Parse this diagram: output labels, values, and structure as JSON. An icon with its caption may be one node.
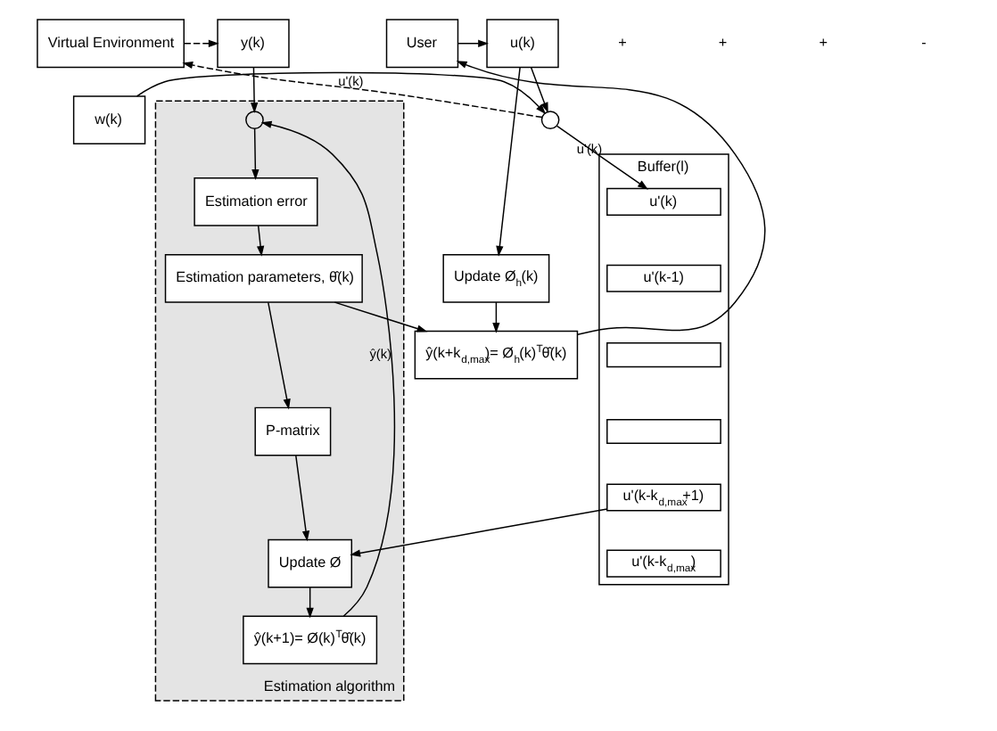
{
  "diagram": {
    "nodes": [
      {
        "text": [
          "Virtual Environment"
        ]
      },
      {
        "text": [
          "y(k)"
        ]
      },
      {
        "text": [
          "Estimation algorithm"
        ]
      },
      {
        "text": [
          "Estimation error"
        ],
        "in": 2
      },
      {
        "text": [],
        "shape": "circle",
        "in": 2
      },
      {
        "text": [
          "Estimation parameters, θ̂(k)"
        ],
        "in": 2
      },
      {
        "text": [
          "P-matrix"
        ],
        "in": 2
      },
      {
        "text": [
          "Update Ø"
        ],
        "in": 2
      },
      {
        "text": [
          "ŷ(k+1)= Ø(k)$^{T}$θ̂(k)"
        ],
        "in": 2
      },
      {
        "text": [
          "w(k)"
        ]
      },
      {
        "text": [],
        "shape": "circle"
      },
      {
        "text": [
          "Buffer(l)"
        ]
      },
      {
        "text": [
          "u'(k)"
        ],
        "in": 11
      },
      {
        "text": [
          "u'(k-1)"
        ],
        "in": 11
      },
      {
        "text": [],
        "shape": "box",
        "in": 11
      },
      {
        "text": [],
        "shape": "box",
        "in": 11
      },
      {
        "text": [
          "u'(k-k$_{d,max}$+1)"
        ],
        "in": 11
      },
      {
        "text": [
          "u'(k-k$_{d,max}$)"
        ],
        "in": 11
      },
      {
        "text": [
          "User"
        ]
      },
      {
        "text": [
          "u(k)"
        ]
      },
      {
        "text": [
          "Update Ø$_{h}$(k)"
        ]
      },
      {
        "text": [
          "ŷ(k+k$_{d,max}$)= Ø$_{h}$(k)$^{T}$θ̂(k)"
        ]
      }
    ],
    "edges": [
      {
        "from": 0,
        "to": 1,
        "arrow": "to",
        "style": "dashed"
      },
      {
        "from": 1,
        "to": 4,
        "arrow": "to"
      },
      {
        "from": 4,
        "to": 3,
        "arrow": "to"
      },
      {
        "from": 3,
        "to": 5,
        "arrow": "to"
      },
      {
        "from": 5,
        "to": 6,
        "arrow": "to"
      },
      {
        "from": 6,
        "to": 7,
        "arrow": "to"
      },
      {
        "from": 7,
        "to": 8,
        "arrow": "to"
      },
      {
        "from": 8,
        "to": 4,
        "arrow": "to",
        "label": "ŷ(k)"
      },
      {
        "from": 9,
        "to": 10,
        "arrow": "to"
      },
      {
        "from": 19,
        "to": 10,
        "arrow": "to"
      },
      {
        "from": 10,
        "to": 0,
        "arrow": "to",
        "style": "dashed",
        "label": "u'(k)"
      },
      {
        "from": 10,
        "to": 12,
        "arrow": "to",
        "label": "u'(k)"
      },
      {
        "from": 18,
        "to": 19,
        "arrow": "to"
      },
      {
        "from": 19,
        "to": 20,
        "arrow": "to"
      },
      {
        "from": 20,
        "to": 21,
        "arrow": "to"
      },
      {
        "from": 21,
        "to": 18,
        "arrow": "to"
      },
      {
        "from": 16,
        "to": 7,
        "arrow": "to"
      },
      {
        "from": 5,
        "to": 21,
        "arrow": "to"
      }
    ],
    "labels": [
      "+",
      "+",
      "+",
      "-"
    ]
  }
}
